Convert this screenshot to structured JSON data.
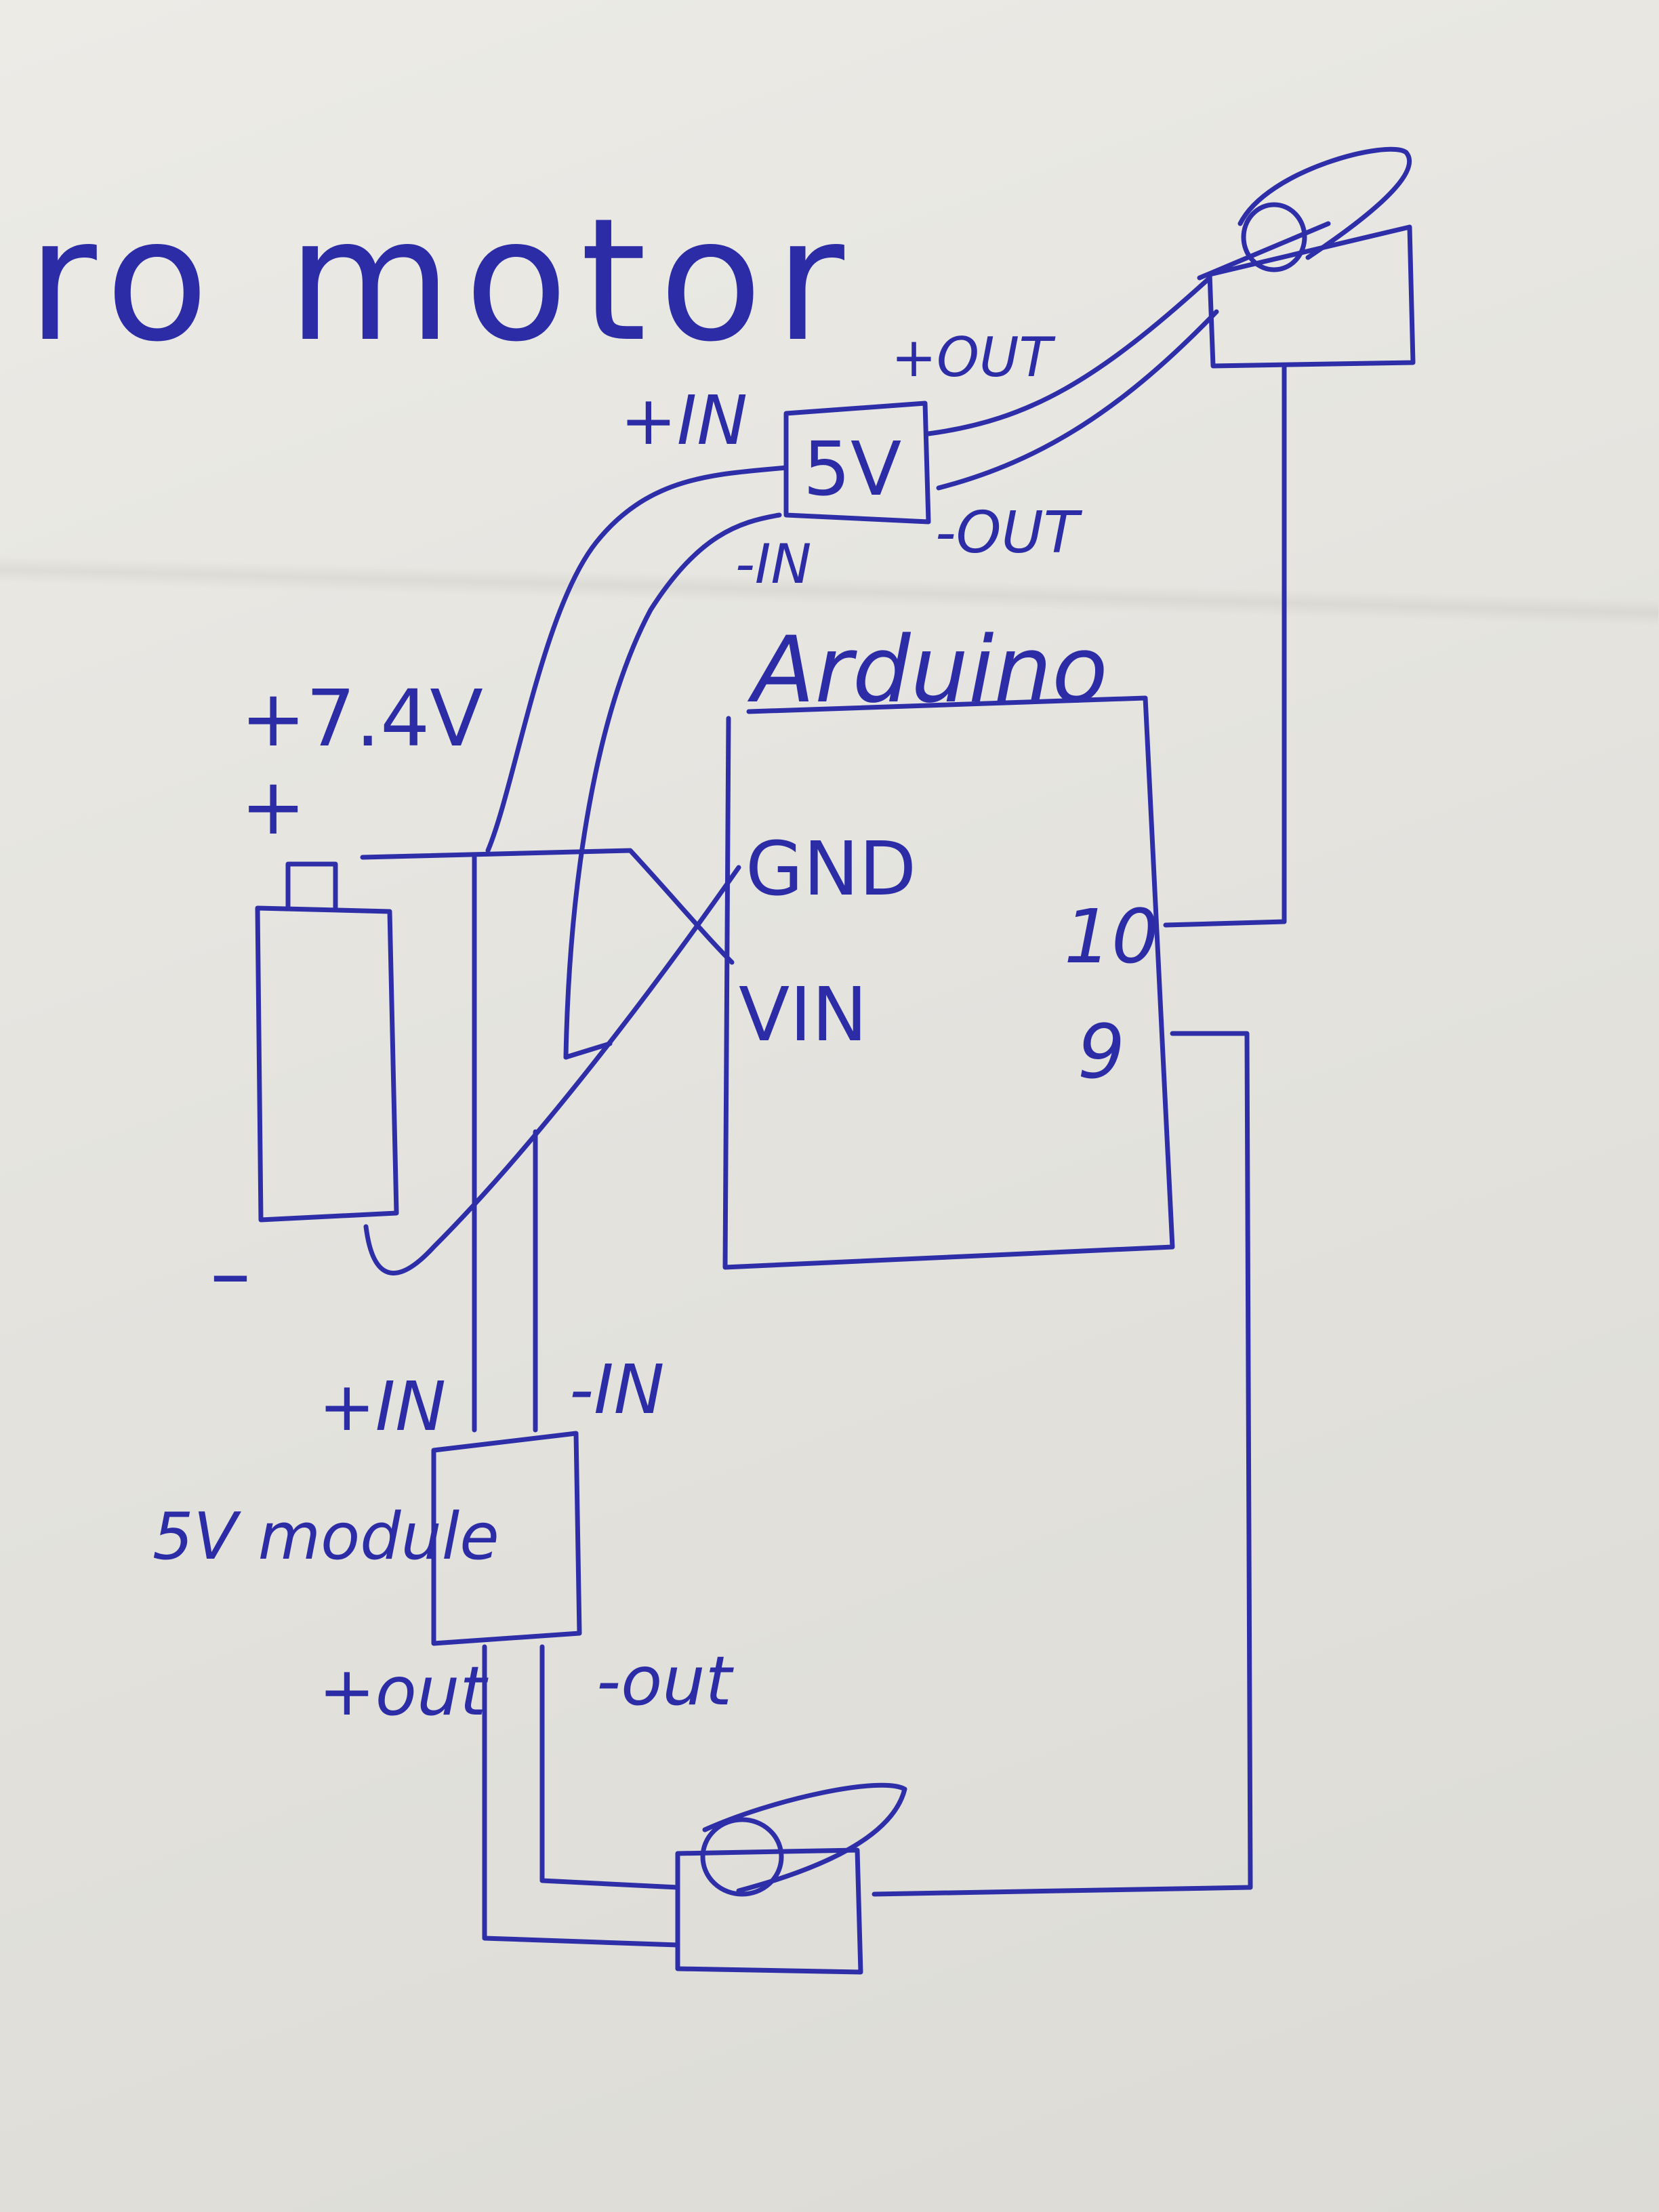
{
  "title_fragment": "ro motor",
  "labels": {
    "top_plus_in": "+IN",
    "top_module": "5V",
    "top_plus_out": "+OUT",
    "top_minus_in": "-IN",
    "top_minus_out": "-OUT",
    "arduino": "Arduino",
    "battery_voltage": "+7.4V",
    "battery_plus": "+",
    "battery_minus": "–",
    "gnd": "GND",
    "vin": "VIN",
    "pin10": "10",
    "pin9": "9",
    "bottom_plus_in": "+IN",
    "bottom_minus_in": "-IN",
    "bottom_module": "5V module",
    "bottom_plus_out": "+out",
    "bottom_minus_out": "-out"
  },
  "colors": {
    "ink": "#2e2fa8",
    "paper": "#e8e7e2"
  }
}
